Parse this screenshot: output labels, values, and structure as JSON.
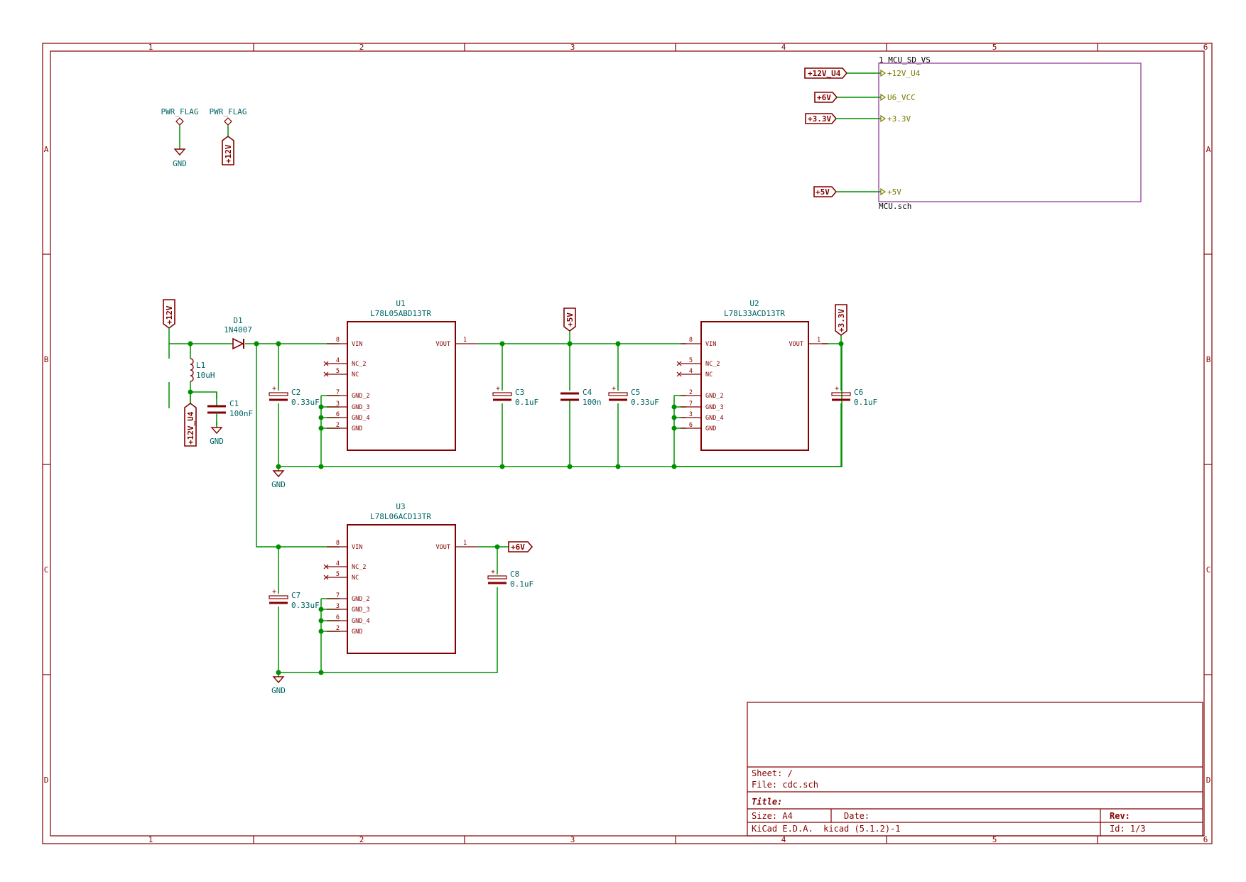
{
  "zones": {
    "cols": [
      "1",
      "2",
      "3",
      "4",
      "5",
      "6"
    ],
    "rows": [
      "A",
      "B",
      "C",
      "D"
    ]
  },
  "pwr_flags": {
    "left": {
      "label": "PWR_FLAG",
      "net": "GND"
    },
    "right": {
      "label": "PWR_FLAG",
      "net": "+12V"
    }
  },
  "sheet": {
    "name": "1 MCU_SD_VS",
    "file": "MCU.sch",
    "pins": [
      {
        "port": "+12V_U4",
        "pin": "+12V_U4"
      },
      {
        "port": "+6V",
        "pin": "U6_VCC"
      },
      {
        "port": "+3.3V",
        "pin": "+3.3V"
      },
      {
        "port": "+5V",
        "pin": "+5V"
      }
    ]
  },
  "nets": {
    "v12": "+12V",
    "v12_u4": "+12V_U4",
    "v5": "+5V",
    "v33": "+3.3V",
    "v6": "+6V",
    "gnd": "GND"
  },
  "components": {
    "d1": {
      "ref": "D1",
      "value": "1N4007"
    },
    "l1": {
      "ref": "L1",
      "value": "10uH"
    },
    "c1": {
      "ref": "C1",
      "value": "100nF"
    },
    "c2": {
      "ref": "C2",
      "value": "0.33uF"
    },
    "c3": {
      "ref": "C3",
      "value": "0.1uF"
    },
    "c4": {
      "ref": "C4",
      "value": "100n"
    },
    "c5": {
      "ref": "C5",
      "value": "0.33uF"
    },
    "c6": {
      "ref": "C6",
      "value": "0.1uF"
    },
    "c7": {
      "ref": "C7",
      "value": "0.33uF"
    },
    "c8": {
      "ref": "C8",
      "value": "0.1uF"
    }
  },
  "regulators": {
    "u1": {
      "ref": "U1",
      "value": "L78L05ABD13TR",
      "vin": "VIN",
      "vin_pin": "8",
      "vout": "VOUT",
      "vout_pin": "1",
      "side": [
        {
          "pin": "4",
          "name": "NC_2"
        },
        {
          "pin": "5",
          "name": "NC"
        },
        {
          "pin": "7",
          "name": "GND_2"
        },
        {
          "pin": "3",
          "name": "GND_3"
        },
        {
          "pin": "6",
          "name": "GND_4"
        },
        {
          "pin": "2",
          "name": "GND"
        }
      ]
    },
    "u2": {
      "ref": "U2",
      "value": "L78L33ACD13TR",
      "vin": "VIN",
      "vin_pin": "8",
      "vout": "VOUT",
      "vout_pin": "1",
      "side": [
        {
          "pin": "5",
          "name": "NC_2"
        },
        {
          "pin": "4",
          "name": "NC"
        },
        {
          "pin": "2",
          "name": "GND_2"
        },
        {
          "pin": "7",
          "name": "GND_3"
        },
        {
          "pin": "3",
          "name": "GND_4"
        },
        {
          "pin": "6",
          "name": "GND"
        }
      ]
    },
    "u3": {
      "ref": "U3",
      "value": "L78L06ACD13TR",
      "vin": "VIN",
      "vin_pin": "8",
      "vout": "VOUT",
      "vout_pin": "1",
      "side": [
        {
          "pin": "4",
          "name": "NC_2"
        },
        {
          "pin": "5",
          "name": "NC"
        },
        {
          "pin": "7",
          "name": "GND_2"
        },
        {
          "pin": "3",
          "name": "GND_3"
        },
        {
          "pin": "6",
          "name": "GND_4"
        },
        {
          "pin": "2",
          "name": "GND"
        }
      ]
    }
  },
  "title_block": {
    "sheet": "Sheet: /",
    "file": "File: cdc.sch",
    "title": "Title:",
    "size": "Size: A4",
    "date": "Date:",
    "rev": "Rev:",
    "tool": "KiCad E.D.A.  kicad (5.1.2)-1",
    "id": "Id: 1/3"
  }
}
